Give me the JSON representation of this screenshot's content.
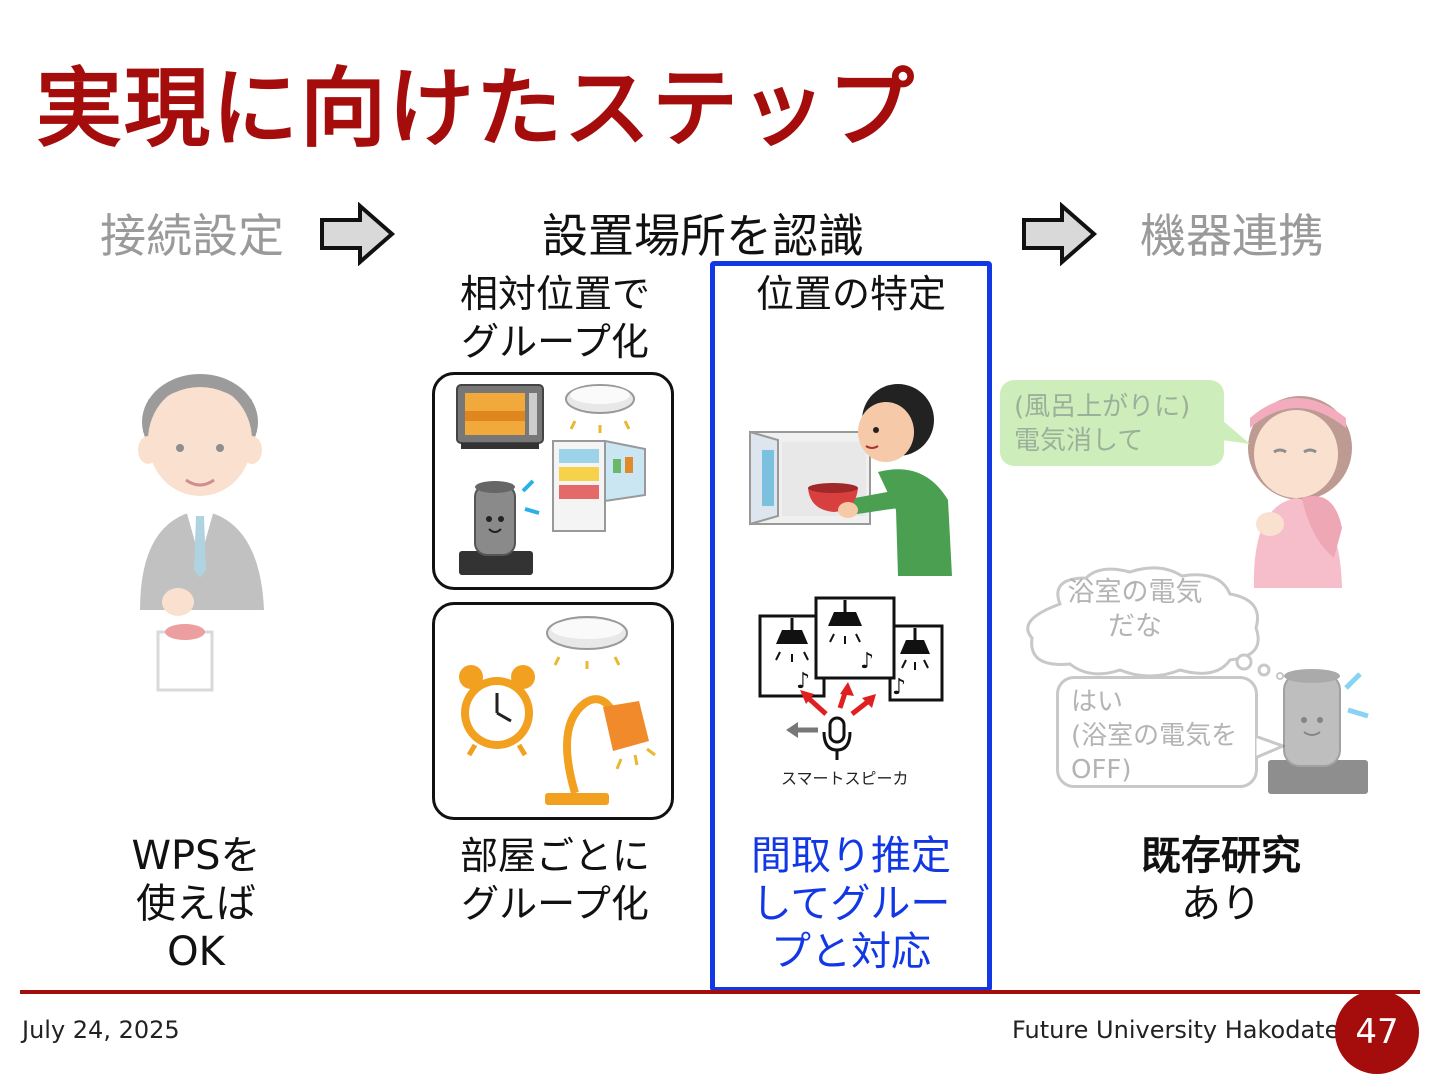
{
  "title": "実現に向けたステップ",
  "steps": {
    "step1": "接続設定",
    "step2": "設置場所を認識",
    "step3": "機器連携"
  },
  "middle": {
    "group_relative": [
      "相対位置で",
      "グループ化"
    ],
    "location_identify": "位置の特定",
    "speaker_label": "スマートスピーカ",
    "group_room": [
      "部屋ごとに",
      "グループ化"
    ],
    "floorplan": [
      "間取り推定",
      "してグルー",
      "プと対応"
    ]
  },
  "left": {
    "bottom": [
      "WPSを",
      "使えば",
      "OK"
    ]
  },
  "right": {
    "bubble_request": [
      "(風呂上がりに)",
      "電気消して"
    ],
    "thought": [
      "浴室の電気",
      "だな"
    ],
    "reply": [
      "はい",
      "(浴室の電気を",
      "OFF)"
    ],
    "bottom_bold": "既存研究",
    "bottom": "あり"
  },
  "footer": {
    "date": "July 24, 2025",
    "org": "Future University Hakodate",
    "page": "47"
  },
  "colors": {
    "accent": "#a50d0d",
    "highlight_blue": "#1238e6",
    "dim_gray": "#9a9a9a"
  }
}
